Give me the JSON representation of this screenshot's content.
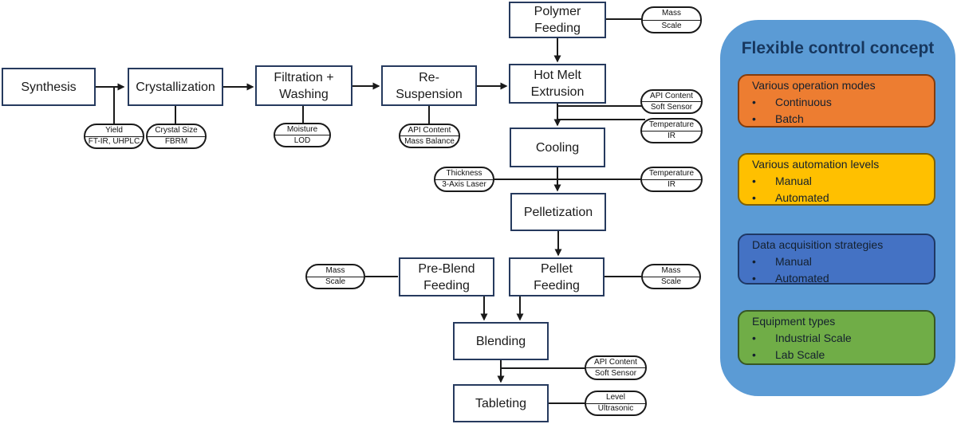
{
  "diagram": {
    "boxes": {
      "synthesis": "Synthesis",
      "crystallization": "Crystallization",
      "filtration": "Filtration +\nWashing",
      "resuspension": "Re-\nSuspension",
      "polymer_feeding": "Polymer\nFeeding",
      "hot_melt_extrusion": "Hot Melt\nExtrusion",
      "cooling": "Cooling",
      "pelletization": "Pelletization",
      "preblend_feeding": "Pre-Blend\nFeeding",
      "pellet_feeding": "Pellet\nFeeding",
      "blending": "Blending",
      "tableting": "Tableting"
    },
    "sensors": {
      "yield": {
        "top": "Yield",
        "bottom": "FT-IR, UHPLC"
      },
      "crystal_size": {
        "top": "Crystal Size",
        "bottom": "FBRM"
      },
      "moisture": {
        "top": "Moisture",
        "bottom": "LOD"
      },
      "api_mass_balance": {
        "top": "API Content",
        "bottom": "Mass Balance"
      },
      "mass_scale_polymer": {
        "top": "Mass",
        "bottom": "Scale"
      },
      "api_soft_sensor_hme": {
        "top": "API Content",
        "bottom": "Soft Sensor"
      },
      "temperature_ir_hme": {
        "top": "Temperature",
        "bottom": "IR"
      },
      "thickness_laser": {
        "top": "Thickness",
        "bottom": "3-Axis Laser"
      },
      "temperature_ir_cooling": {
        "top": "Temperature",
        "bottom": "IR"
      },
      "mass_scale_preblend": {
        "top": "Mass",
        "bottom": "Scale"
      },
      "mass_scale_pellet": {
        "top": "Mass",
        "bottom": "Scale"
      },
      "api_soft_sensor_blending": {
        "top": "API Content",
        "bottom": "Soft Sensor"
      },
      "level_ultrasonic": {
        "top": "Level",
        "bottom": "Ultrasonic"
      }
    },
    "colors": {
      "box_border": "#263A5E",
      "line": "#1a1a1a"
    }
  },
  "panel": {
    "title": "Flexible control concept",
    "bg": "#5B9BD5",
    "title_color": "#17375E",
    "bullet": "•",
    "cards": [
      {
        "header": "Various operation modes",
        "items": [
          "Continuous",
          "Batch"
        ],
        "bg": "#ED7D31",
        "border": "#843C0C"
      },
      {
        "header": "Various automation levels",
        "items": [
          "Manual",
          "Automated"
        ],
        "bg": "#FFC000",
        "border": "#7F6000"
      },
      {
        "header": "Data acquisition strategies",
        "items": [
          "Manual",
          "Automated"
        ],
        "bg": "#4472C4",
        "border": "#1F3864"
      },
      {
        "header": "Equipment types",
        "items": [
          "Industrial Scale",
          "Lab Scale"
        ],
        "bg": "#70AD47",
        "border": "#375623"
      }
    ]
  }
}
